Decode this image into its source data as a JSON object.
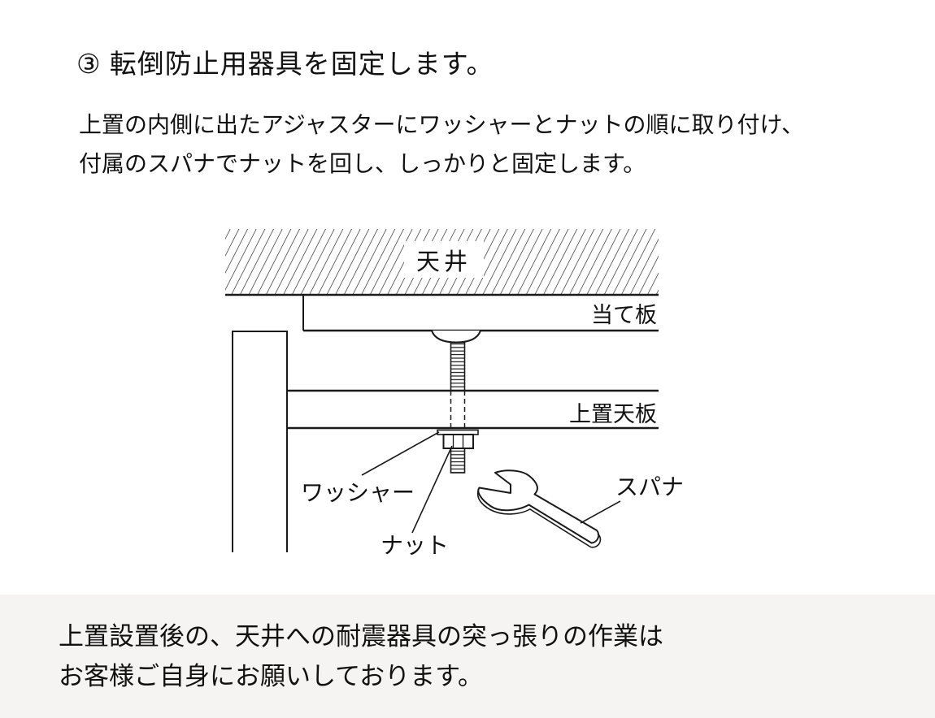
{
  "page": {
    "background_color": "#ffffff",
    "step_title": "③ 転倒防止用器具を固定します。",
    "instructions": {
      "line1": "上置の内側に出たアジャスターにワッシャーとナットの順に取り付け、",
      "line2": "付属のスパナでナットを回し、しっかりと固定します。"
    }
  },
  "diagram": {
    "line_color": "#1a1a1a",
    "labels": {
      "ceiling": "天井",
      "backing_plate": "当て板",
      "top_board": "上置天板",
      "washer": "ワッシャー",
      "nut": "ナット",
      "spanner": "スパナ"
    }
  },
  "note": {
    "background_color": "#f5f4f2",
    "text_color": "#111111",
    "line1": "上置設置後の、天井への耐震器具の突っ張りの作業は",
    "line2": "お客様ご自身にお願いしております。"
  }
}
